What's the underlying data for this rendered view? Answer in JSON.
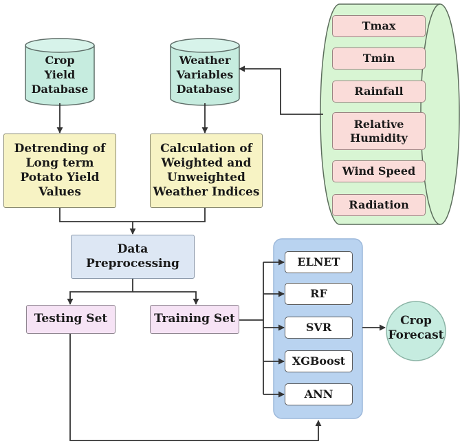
{
  "databases": {
    "crop": [
      "Crop",
      "Yield",
      "Database"
    ],
    "weather": [
      "Weather",
      "Variables",
      "Database"
    ]
  },
  "processing": {
    "detrending": [
      "Detrending of",
      "Long term",
      "Potato Yield",
      "Values"
    ],
    "calculation": [
      "Calculation of",
      "Weighted and",
      "Unweighted",
      "Weather Indices"
    ],
    "preprocessing": [
      "Data",
      "Preprocessing"
    ]
  },
  "weather_variables": [
    "Tmax",
    "Tmin",
    "Rainfall",
    "Relative Humidity",
    "Wind Speed",
    "Radiation"
  ],
  "sets": {
    "testing": "Testing Set",
    "training": "Training Set"
  },
  "models": [
    "ELNET",
    "RF",
    "SVR",
    "XGBoost",
    "ANN"
  ],
  "output": [
    "Crop",
    "Forecast"
  ],
  "colors": {
    "cylinder_fill": "#c6ecdf",
    "weather_cylinder_fill": "#d8f5d3",
    "model_panel": "#b9d3f0",
    "output_circle": "#c6ece0",
    "arrow": "#333333"
  }
}
